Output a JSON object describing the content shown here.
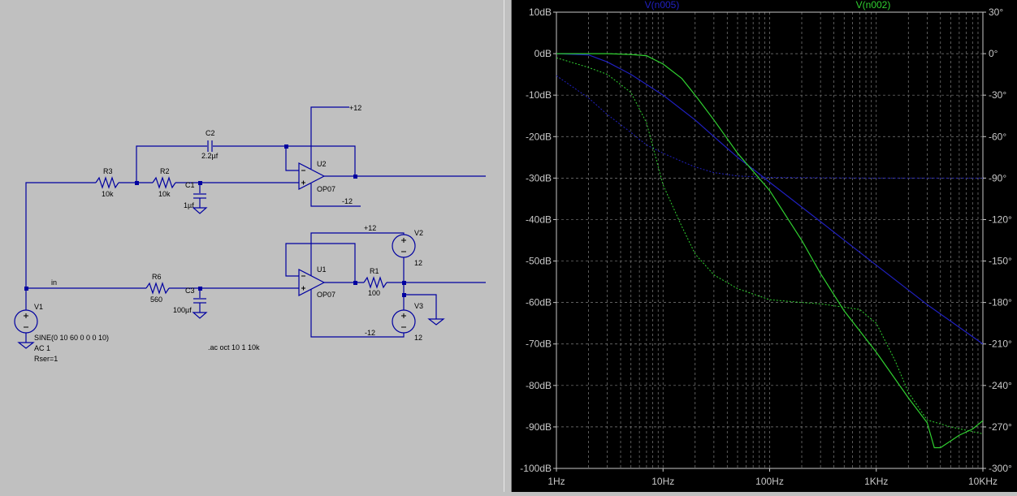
{
  "schematic": {
    "wire_color": "#0000a0",
    "labels": {
      "r3_name": "R3",
      "r3_value": "10k",
      "r2_name": "R2",
      "r2_value": "10k",
      "c2_name": "C2",
      "c2_value": "2.2µf",
      "c1_name": "C1",
      "c1_value": "1µf",
      "u2_name": "U2",
      "u2_part": "OP07",
      "u2_vplus": "+12",
      "u2_vminus": "-12",
      "u1_name": "U1",
      "u1_part": "OP07",
      "u1_vplus": "+12",
      "u1_vminus": "-12",
      "r6_name": "R6",
      "r6_value": "560",
      "c3_name": "C3",
      "c3_value": "100µf",
      "r1_name": "R1",
      "r1_value": "100",
      "v1_name": "V1",
      "v1_value": "SINE(0 10 60 0 0 0 10)",
      "v1_ac": "AC 1",
      "v1_rser": "Rser=1",
      "v2_name": "V2",
      "v2_value": "12",
      "v3_name": "V3",
      "v3_value": "12",
      "net_in": "in",
      "directive": ".ac oct 10 1 10k"
    }
  },
  "chart_data": {
    "type": "line",
    "x_scale": "log",
    "xlim": [
      1,
      10000
    ],
    "ylim_left": [
      -100,
      10
    ],
    "ylim_right": [
      -300,
      30
    ],
    "grid": true,
    "x_ticks": [
      "1Hz",
      "10Hz",
      "100Hz",
      "1KHz",
      "10KHz"
    ],
    "y_ticks_left": [
      "10dB",
      "0dB",
      "-10dB",
      "-20dB",
      "-30dB",
      "-40dB",
      "-50dB",
      "-60dB",
      "-70dB",
      "-80dB",
      "-90dB",
      "-100dB"
    ],
    "y_ticks_right": [
      "30°",
      "0°",
      "-30°",
      "-60°",
      "-90°",
      "-120°",
      "-150°",
      "-180°",
      "-210°",
      "-240°",
      "-270°",
      "-300°"
    ],
    "series": [
      {
        "name": "V(n005)",
        "color": "#2020c0",
        "magnitude_db": [
          [
            1,
            0
          ],
          [
            2,
            -0.3
          ],
          [
            3,
            -2
          ],
          [
            5,
            -5
          ],
          [
            10,
            -10
          ],
          [
            20,
            -16
          ],
          [
            30,
            -20
          ],
          [
            50,
            -25
          ],
          [
            80,
            -29
          ],
          [
            100,
            -31
          ],
          [
            300,
            -40.5
          ],
          [
            1000,
            -51
          ],
          [
            3000,
            -60.5
          ],
          [
            10000,
            -70
          ]
        ],
        "phase_deg": [
          [
            1,
            -16
          ],
          [
            2,
            -32
          ],
          [
            3,
            -44
          ],
          [
            5,
            -57
          ],
          [
            7,
            -66
          ],
          [
            10,
            -72
          ],
          [
            15,
            -78
          ],
          [
            20,
            -82
          ],
          [
            30,
            -86
          ],
          [
            50,
            -88.5
          ],
          [
            100,
            -89.5
          ],
          [
            1000,
            -90
          ],
          [
            10000,
            -90
          ]
        ]
      },
      {
        "name": "V(n002)",
        "color": "#30d030",
        "magnitude_db": [
          [
            1,
            0
          ],
          [
            3,
            0
          ],
          [
            5,
            -0.2
          ],
          [
            7,
            -0.5
          ],
          [
            10,
            -2.5
          ],
          [
            15,
            -6
          ],
          [
            20,
            -10
          ],
          [
            30,
            -16
          ],
          [
            50,
            -24
          ],
          [
            100,
            -33
          ],
          [
            200,
            -45
          ],
          [
            300,
            -53
          ],
          [
            500,
            -62
          ],
          [
            1000,
            -72
          ],
          [
            2000,
            -83
          ],
          [
            3000,
            -89
          ],
          [
            3500,
            -95
          ],
          [
            4000,
            -95
          ],
          [
            6000,
            -92
          ],
          [
            8000,
            -90.5
          ],
          [
            10000,
            -88.5
          ]
        ],
        "phase_deg": [
          [
            1,
            -3
          ],
          [
            2,
            -10
          ],
          [
            3,
            -15
          ],
          [
            5,
            -28
          ],
          [
            7,
            -50
          ],
          [
            10,
            -95
          ],
          [
            15,
            -125
          ],
          [
            20,
            -145
          ],
          [
            30,
            -160
          ],
          [
            50,
            -170
          ],
          [
            100,
            -178
          ],
          [
            200,
            -180
          ],
          [
            300,
            -181
          ],
          [
            700,
            -185
          ],
          [
            1000,
            -195
          ],
          [
            1500,
            -222
          ],
          [
            2000,
            -245
          ],
          [
            3000,
            -265
          ],
          [
            5000,
            -270
          ],
          [
            10000,
            -275
          ]
        ]
      }
    ]
  }
}
